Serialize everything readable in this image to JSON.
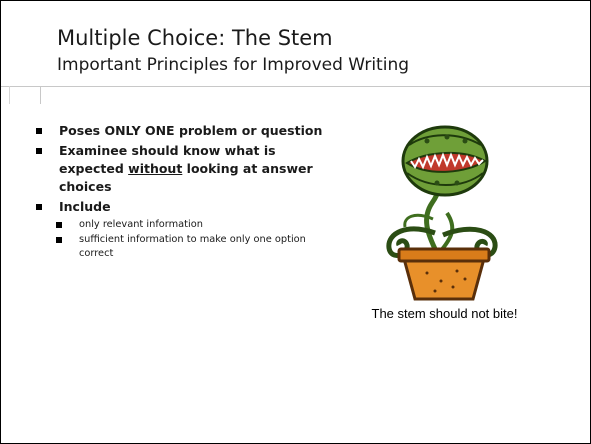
{
  "slide": {
    "title": "Multiple Choice: The Stem",
    "subtitle": "Important Principles for Improved Writing"
  },
  "bullets": {
    "b1": "Poses ONLY ONE problem or question",
    "b2_before": "Examinee should know what is expected ",
    "b2_underlined": "without",
    "b2_after": " looking at answer choices",
    "b3": "Include",
    "sub1": "only relevant information",
    "sub2": "sufficient information to make only one option correct"
  },
  "image": {
    "icon": "venus-flytrap-plant-icon",
    "caption": "The stem should not bite!"
  },
  "colors": {
    "text": "#1a1a1a",
    "rule": "#c8c8c8",
    "leaf_green": "#5a8f2e",
    "pot_orange": "#e8902a"
  }
}
